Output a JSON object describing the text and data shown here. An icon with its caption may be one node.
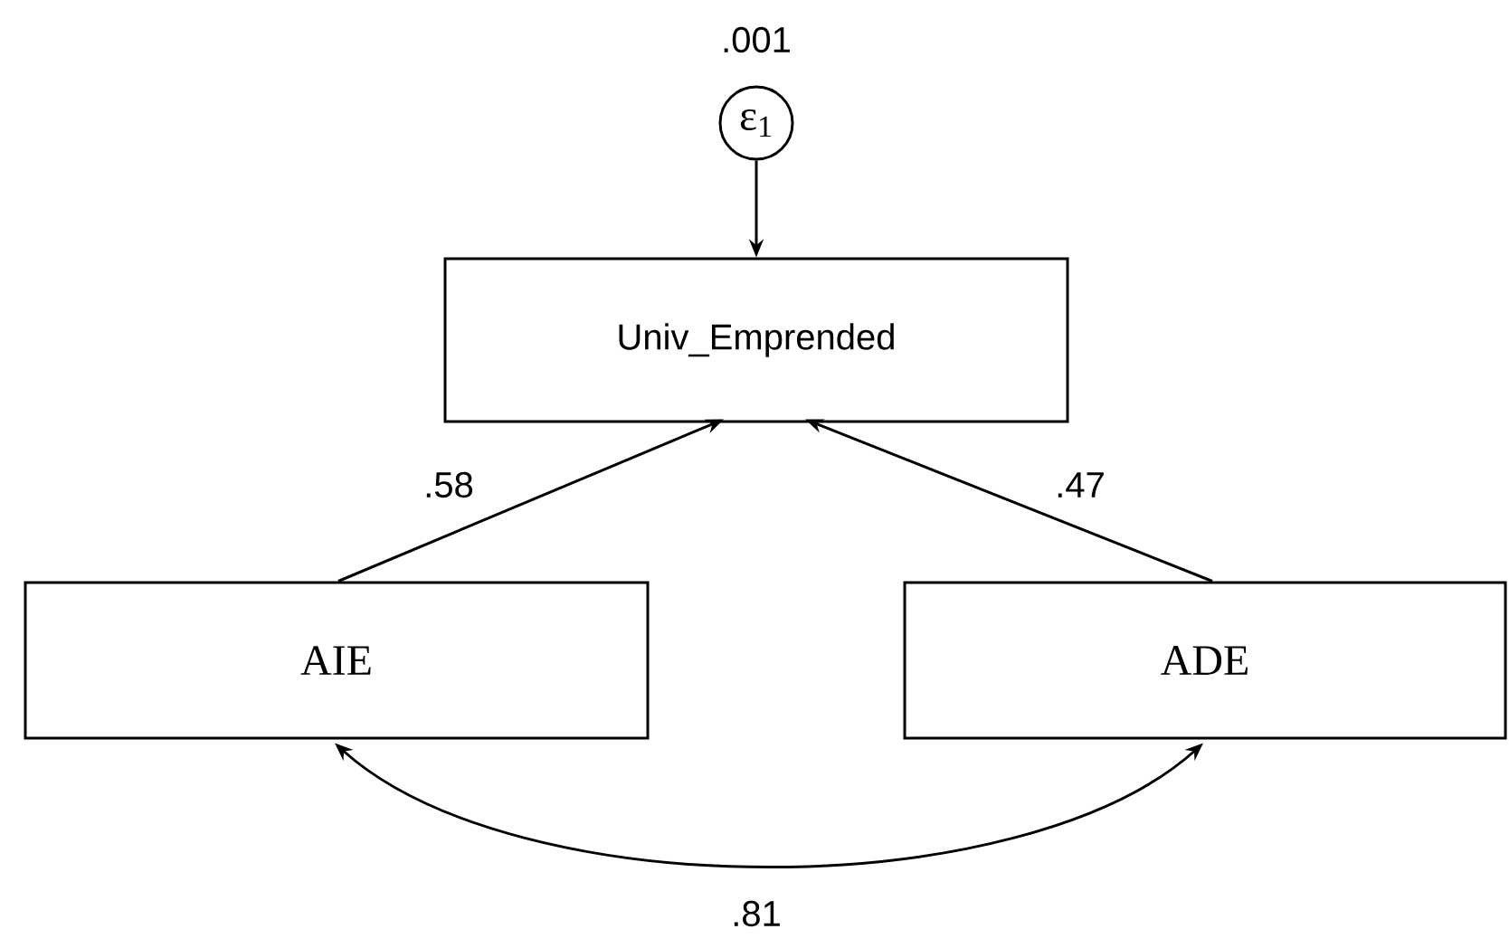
{
  "diagram": {
    "nodes": [
      {
        "text": [
          "ε$_{1}$"
        ],
        "beside": [
          ".001"
        ]
      },
      {
        "text": [
          "Univ_Emprended"
        ]
      },
      {
        "text": [
          "AIE"
        ]
      },
      {
        "text": [
          "ADE"
        ]
      }
    ],
    "edges": [
      {
        "from": 0,
        "to": 1,
        "arrow": "to"
      },
      {
        "from": 2,
        "to": 1,
        "arrow": "to",
        "label": ".58"
      },
      {
        "from": 3,
        "to": 1,
        "arrow": "to",
        "label": ".47"
      },
      {
        "from": 2,
        "to": 3,
        "arrow": "both",
        "label": ".81"
      }
    ]
  }
}
